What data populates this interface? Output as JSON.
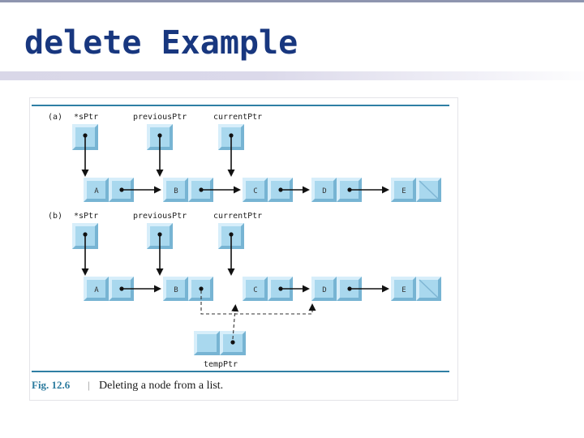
{
  "slide": {
    "title": "delete Example"
  },
  "figure": {
    "caption": {
      "label": "Fig. 12.6",
      "separator": "|",
      "text": "Deleting a node from a list."
    },
    "part_a": {
      "tag": "(a)",
      "pointers": [
        "*sPtr",
        "previousPtr",
        "currentPtr"
      ],
      "nodes": [
        "A",
        "B",
        "C",
        "D",
        "E"
      ]
    },
    "part_b": {
      "tag": "(b)",
      "pointers": [
        "*sPtr",
        "previousPtr",
        "currentPtr"
      ],
      "nodes": [
        "A",
        "B",
        "C",
        "D",
        "E"
      ],
      "temp_pointer": "tempPtr"
    },
    "colors": {
      "box_fill": "#a9d8ee",
      "box_highlight": "#d7eefa",
      "box_shadow": "#77b4d3",
      "rule": "#2f7fa4",
      "caption_accent": "#2c7b9e",
      "title": "#18377f"
    }
  }
}
